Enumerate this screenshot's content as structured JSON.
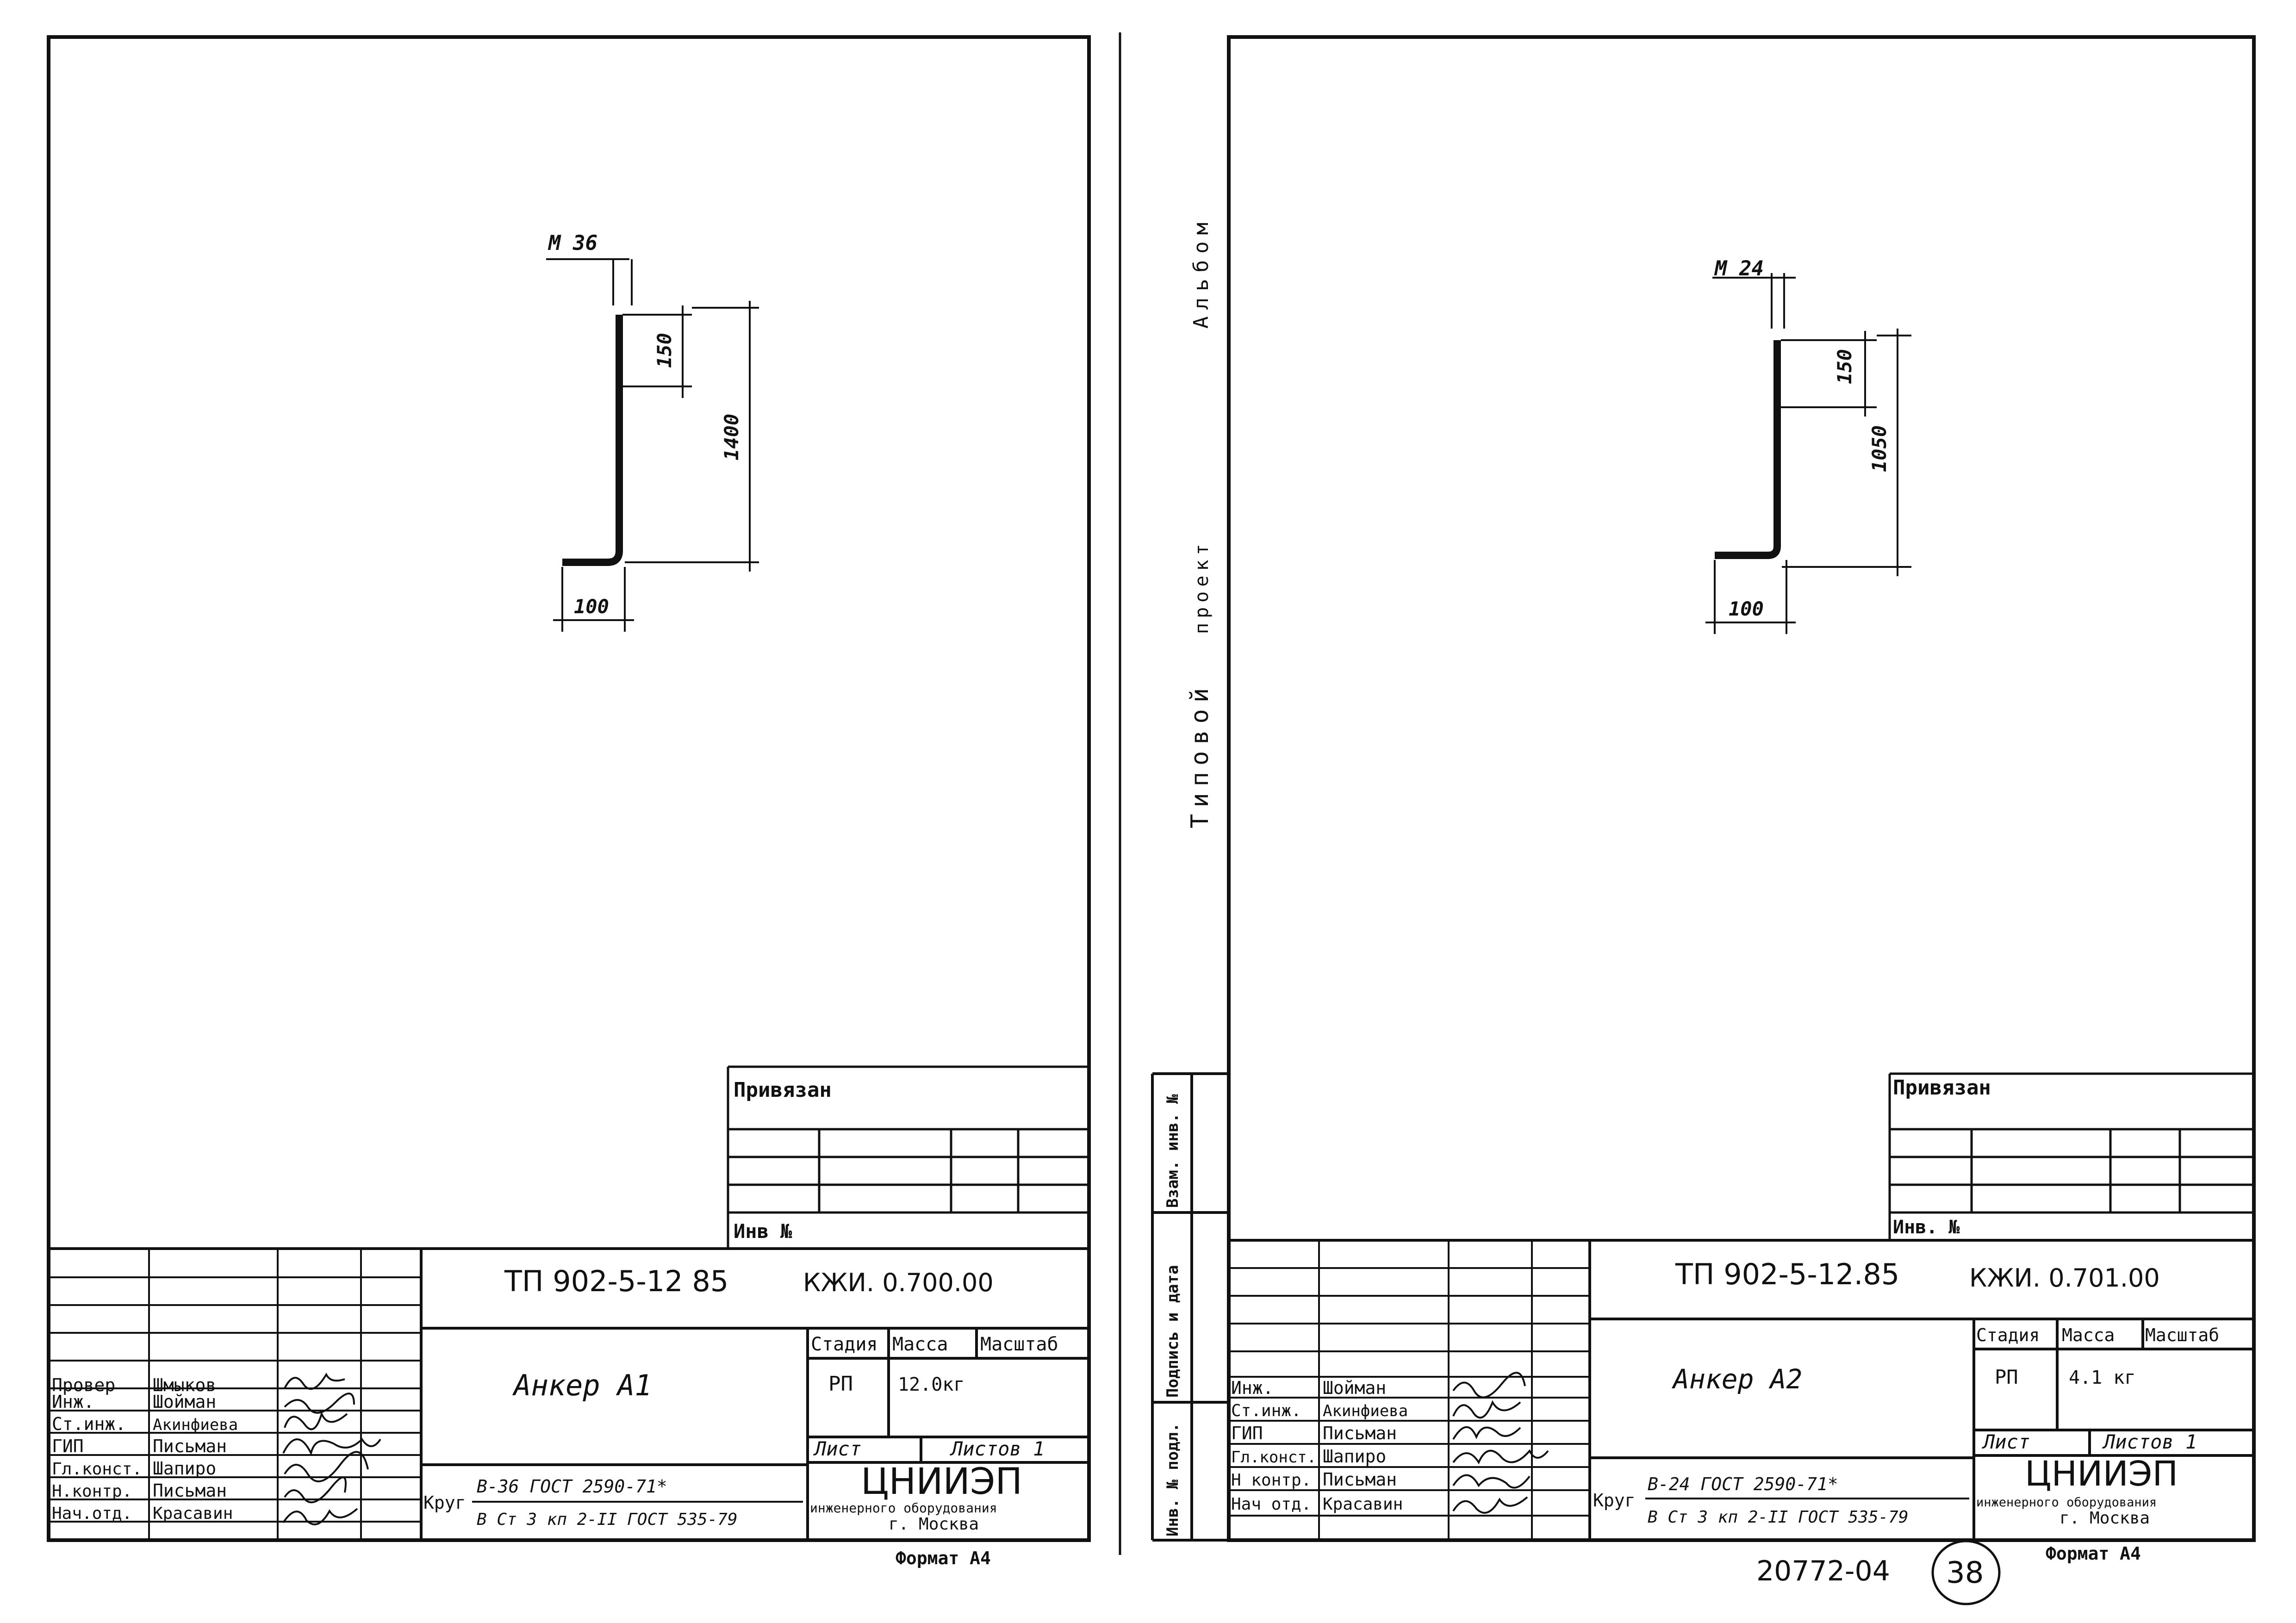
{
  "spine": {
    "title_words": [
      "Типовой",
      "проект",
      "Альбом"
    ],
    "stamp_labels": [
      "Инв. № подл.",
      "Подпись и дата",
      "Взам. инв. №"
    ]
  },
  "sheets": [
    {
      "drawing": {
        "bolt_label": "М 36",
        "dim_hook": "150",
        "dim_total": "1400",
        "dim_foot": "100"
      },
      "privyazan": {
        "title": "Привязан",
        "inv_label": "Инв №"
      },
      "doc_code": "ТП 902-5-12 85",
      "drawing_code": "КЖИ. 0.700.00",
      "part_name": "Анкер А1",
      "stage_header": "Стадия",
      "mass_header": "Масса",
      "scale_header": "Масштаб",
      "stage": "РП",
      "mass": "12.0кг",
      "sheet_label": "Лист",
      "sheets_label": "Листов 1",
      "material_prefix": "Круг",
      "material_top": "В-36 ГОСТ 2590-71*",
      "material_bottom": "В Ст 3 кп 2-II ГОСТ 535-79",
      "org_main": "ЦНИИЭП",
      "org_sub": "инженерного оборудования",
      "org_city": "г. Москва",
      "format": "Формат А4",
      "roles": [
        "Провер",
        "Инж.",
        "Ст.инж.",
        "ГИП",
        "Гл.конст.",
        "Н.контр.",
        "Нач.отд."
      ],
      "names": [
        "Шмыков",
        "Шойман",
        "Акинфиева",
        "Письман",
        "Шапиро",
        "Письман",
        "Красавин"
      ]
    },
    {
      "drawing": {
        "bolt_label": "М 24",
        "dim_hook": "150",
        "dim_total": "1050",
        "dim_foot": "100"
      },
      "privyazan": {
        "title": "Привязан",
        "inv_label": "Инв. №"
      },
      "doc_code": "ТП 902-5-12.85",
      "drawing_code": "КЖИ. 0.701.00",
      "part_name": "Анкер А2",
      "stage_header": "Стадия",
      "mass_header": "Масса",
      "scale_header": "Масштаб",
      "stage": "РП",
      "mass": "4.1 кг",
      "sheet_label": "Лист",
      "sheets_label": "Листов 1",
      "material_prefix": "Круг",
      "material_top": "В-24 ГОСТ 2590-71*",
      "material_bottom": "В Ст 3 кп 2-II ГОСТ 535-79",
      "org_main": "ЦНИИЭП",
      "org_sub": "инженерного оборудования",
      "org_city": "г. Москва",
      "format": "Формат А4",
      "roles": [
        "Инж.",
        "Ст.инж.",
        "ГИП",
        "Гл.конст.",
        "Н контр.",
        "Нач отд."
      ],
      "names": [
        "Шойман",
        "Акинфиева",
        "Письман",
        "Шапиро",
        "Письман",
        "Красавин"
      ]
    }
  ],
  "footer": {
    "album_code": "20772-04",
    "page_number": "38"
  }
}
